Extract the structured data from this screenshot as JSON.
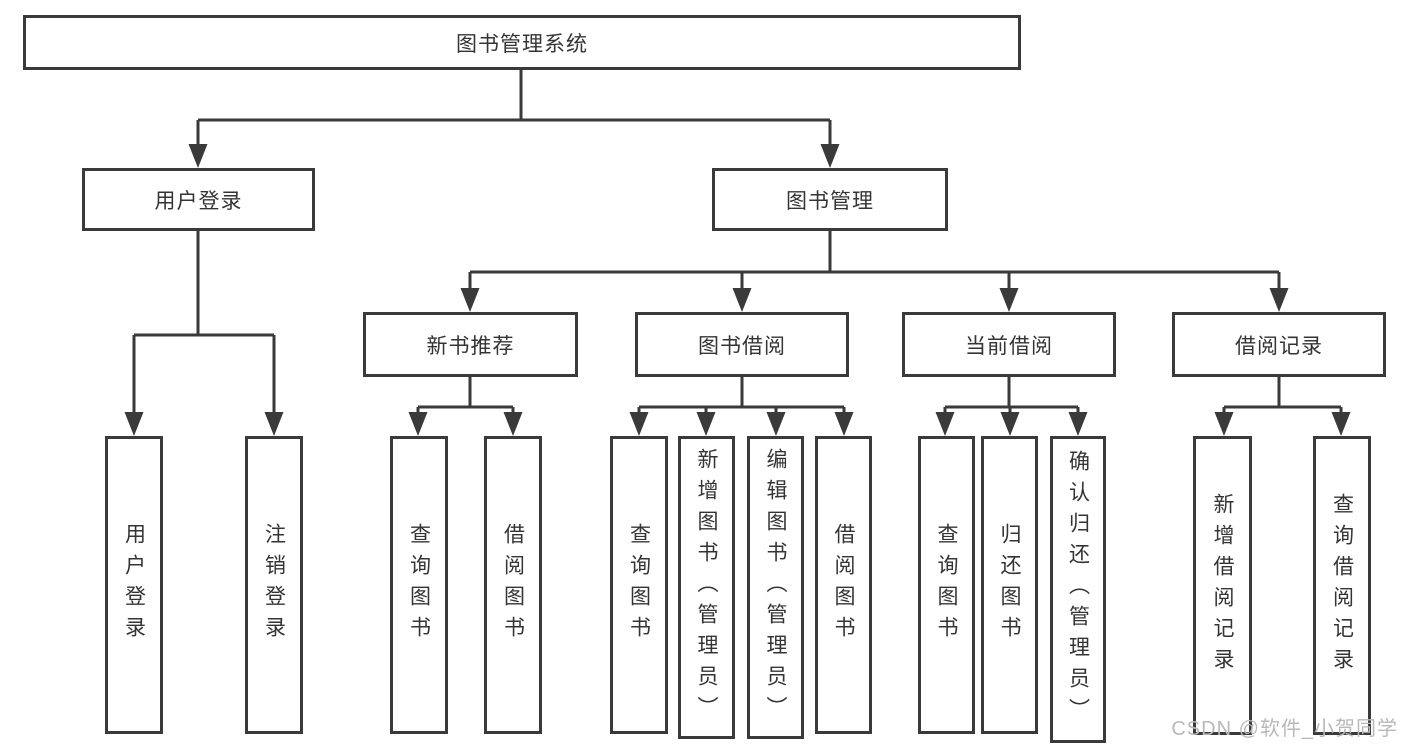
{
  "diagram": {
    "type": "hierarchy",
    "root": {
      "label": "图书管理系统",
      "children": [
        {
          "label": "用户登录",
          "children": [
            {
              "label": "用户登录"
            },
            {
              "label": "注销登录"
            }
          ]
        },
        {
          "label": "图书管理",
          "children": [
            {
              "label": "新书推荐",
              "children": [
                {
                  "label": "查询图书"
                },
                {
                  "label": "借阅图书"
                }
              ]
            },
            {
              "label": "图书借阅",
              "children": [
                {
                  "label": "查询图书"
                },
                {
                  "label": "新增图书（管理员）"
                },
                {
                  "label": "编辑图书（管理员）"
                },
                {
                  "label": "借阅图书"
                }
              ]
            },
            {
              "label": "当前借阅",
              "children": [
                {
                  "label": "查询图书"
                },
                {
                  "label": "归还图书"
                },
                {
                  "label": "确认归还（管理员）"
                }
              ]
            },
            {
              "label": "借阅记录",
              "children": [
                {
                  "label": "新增借阅记录"
                },
                {
                  "label": "查询借阅记录"
                }
              ]
            }
          ]
        }
      ]
    }
  },
  "watermark": "CSDN @软件_小贺同学",
  "colors": {
    "line": "#3a3a3a",
    "box_border": "#3a3a3a",
    "text": "#343434",
    "watermark": "#b9b9b9",
    "background": "#ffffff"
  }
}
